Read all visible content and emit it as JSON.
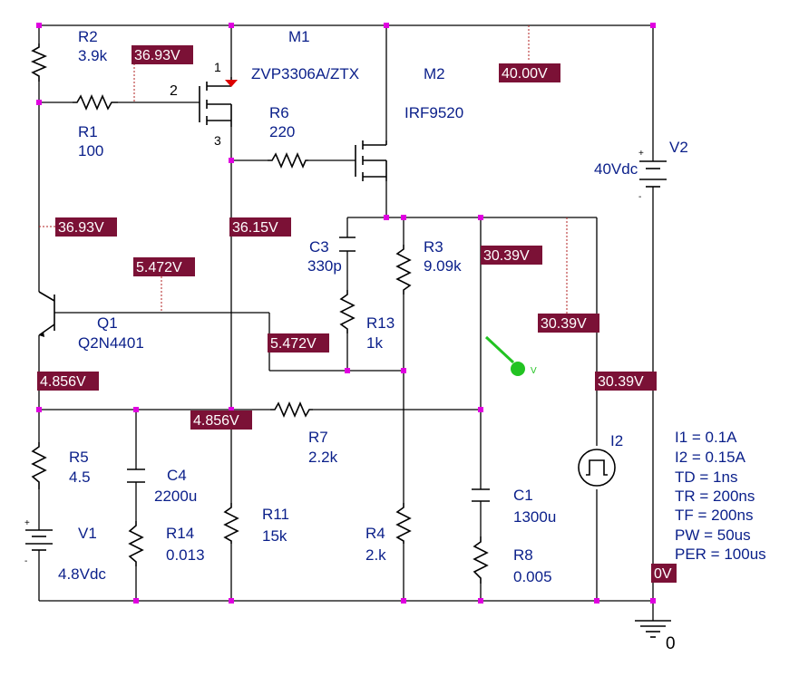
{
  "components": {
    "R2": {
      "name": "R2",
      "value": "3.9k"
    },
    "R1": {
      "name": "R1",
      "value": "100"
    },
    "M1": {
      "name": "M1",
      "model": "ZVP3306A/ZTX"
    },
    "M2": {
      "name": "M2",
      "model": "IRF9520"
    },
    "R6": {
      "name": "R6",
      "value": "220"
    },
    "V2": {
      "name": "V2",
      "value": "40Vdc"
    },
    "C3": {
      "name": "C3",
      "value": "330p"
    },
    "R3": {
      "name": "R3",
      "value": "9.09k"
    },
    "R13": {
      "name": "R13",
      "value": "1k"
    },
    "Q1": {
      "name": "Q1",
      "model": "Q2N4401"
    },
    "R7": {
      "name": "R7",
      "value": "2.2k"
    },
    "R5": {
      "name": "R5",
      "value": "4.5"
    },
    "C4": {
      "name": "C4",
      "value": "2200u"
    },
    "V1": {
      "name": "V1",
      "value": "4.8Vdc"
    },
    "R14": {
      "name": "R14",
      "value": "0.013"
    },
    "R11": {
      "name": "R11",
      "value": "15k"
    },
    "R4": {
      "name": "R4",
      "value": "2.k"
    },
    "C1": {
      "name": "C1",
      "value": "1300u"
    },
    "R8": {
      "name": "R8",
      "value": "0.005"
    },
    "I2": {
      "name": "I2"
    }
  },
  "i2_params": [
    "I1 = 0.1A",
    "I2 = 0.15A",
    "TD = 1ns",
    "TR = 200ns",
    "TF = 200ns",
    "PW = 50us",
    "PER = 100us"
  ],
  "pins": {
    "gate": "2",
    "drain": "1",
    "source": "3"
  },
  "voltages": [
    "36.93V",
    "40.00V",
    "36.93V",
    "36.15V",
    "30.39V",
    "5.472V",
    "30.39V",
    "5.472V",
    "4.856V",
    "30.39V",
    "4.856V",
    "0V"
  ],
  "probe": {
    "label": "V"
  },
  "ground": {
    "label": "0"
  },
  "colors": {
    "voltage_label_bg": "#7b1136",
    "component_text": "#0a1f8a",
    "node_marker": "#e000e0",
    "probe": "#22c322",
    "leader_line": "#b22222"
  }
}
